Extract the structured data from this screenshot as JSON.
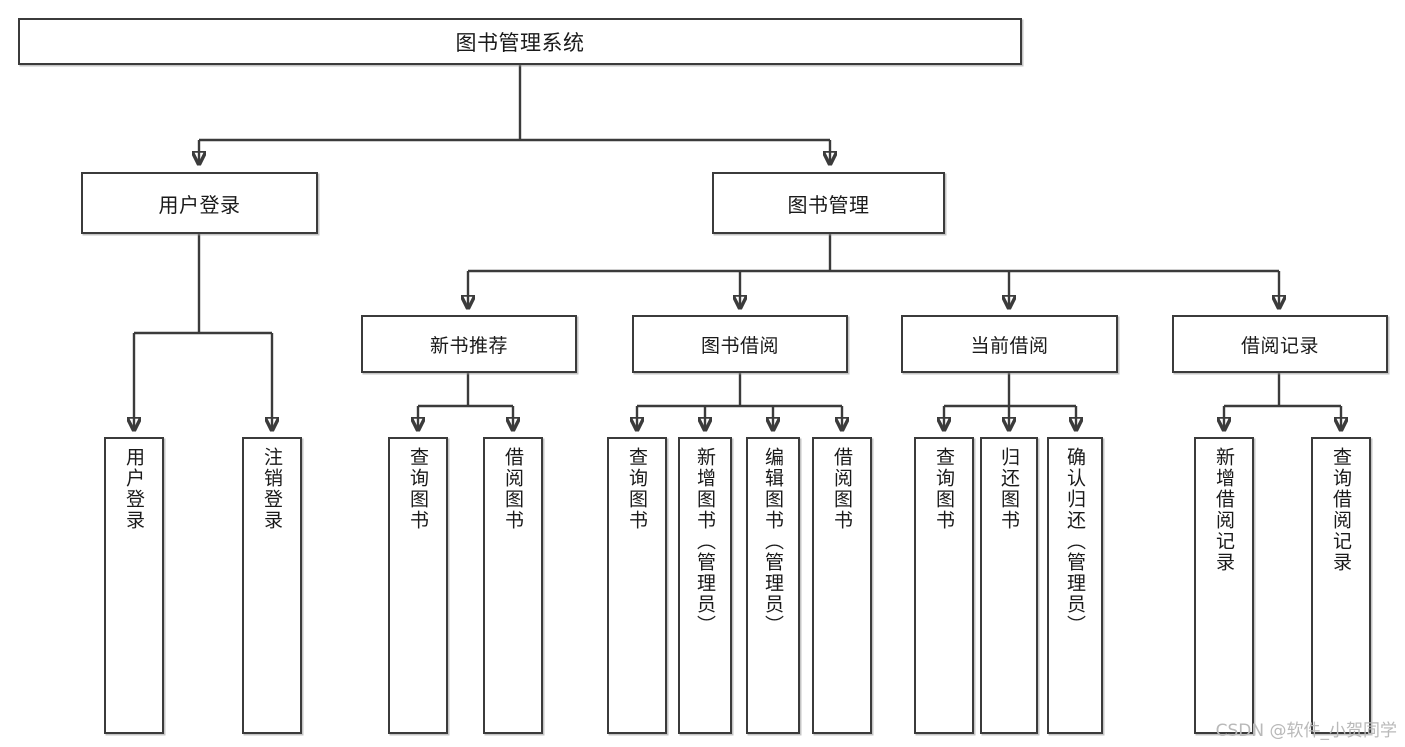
{
  "diagram": {
    "type": "tree",
    "title_node": "图书管理系统",
    "watermark": "CSDN @软件_小贺同学",
    "colors": {
      "border": "#3b3b3b",
      "text": "#1a1a1a",
      "background": "#ffffff",
      "watermark": "#b9b9b9"
    },
    "nodes": {
      "root": {
        "label": "图书管理系统"
      },
      "level2": [
        {
          "label": "用户登录"
        },
        {
          "label": "图书管理"
        }
      ],
      "level3": [
        {
          "label": "新书推荐"
        },
        {
          "label": "图书借阅"
        },
        {
          "label": "当前借阅"
        },
        {
          "label": "借阅记录"
        }
      ],
      "leaves": {
        "user_login": [
          {
            "label": "用户登录"
          },
          {
            "label": "注销登录"
          }
        ],
        "new_book_recommend": [
          {
            "label": "查询图书"
          },
          {
            "label": "借阅图书"
          }
        ],
        "book_borrow": [
          {
            "label": "查询图书"
          },
          {
            "label": "新增图书（管理员）"
          },
          {
            "label": "编辑图书（管理员）"
          },
          {
            "label": "借阅图书"
          }
        ],
        "current_borrow": [
          {
            "label": "查询图书"
          },
          {
            "label": "归还图书"
          },
          {
            "label": "确认归还（管理员）"
          }
        ],
        "borrow_record": [
          {
            "label": "新增借阅记录"
          },
          {
            "label": "查询借阅记录"
          }
        ]
      }
    }
  }
}
